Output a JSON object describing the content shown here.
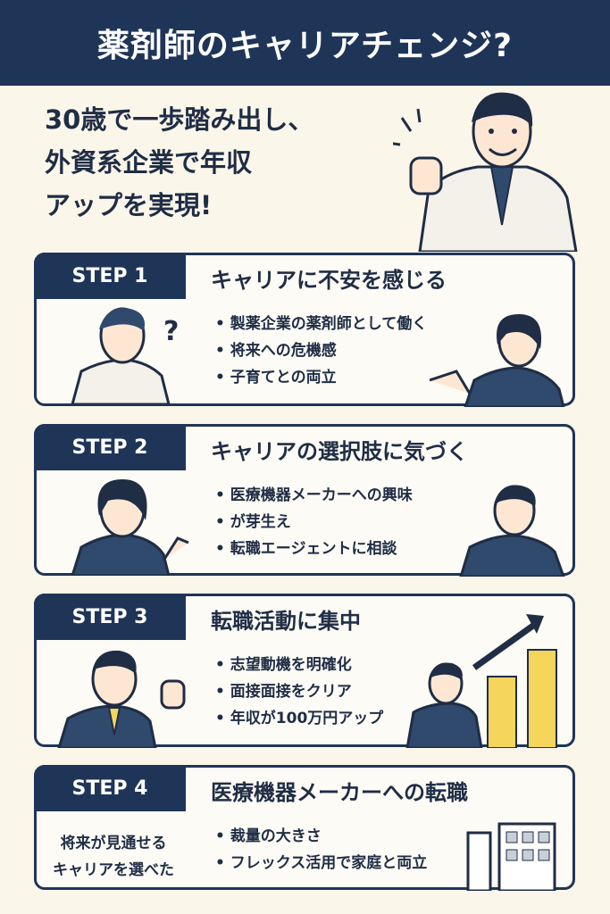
{
  "header": {
    "title": "薬剤師のキャリアチェンジ?"
  },
  "subtitle": {
    "line1": "30歳で一歩踏み出し、",
    "line2": "外資系企業で年収",
    "line3": "アップを実現!"
  },
  "steps": [
    {
      "tag": "STEP 1",
      "title": "キャリアに不安を感じる",
      "items": [
        "製薬企業の薬剤師として働く",
        "将来への危機感",
        "子育てとの両立"
      ]
    },
    {
      "tag": "STEP 2",
      "title": "キャリアの選択肢に気づく",
      "items": [
        "医療機器メーカーへの興味",
        "が芽生え",
        "転職エージェントに相談"
      ]
    },
    {
      "tag": "STEP 3",
      "title": "転職活動に集中",
      "items": [
        "志望動機を明確化",
        "面接面接をクリア",
        "年収が100万円アップ"
      ]
    },
    {
      "tag": "STEP 4",
      "title": "医療機器メーカーへの転職",
      "items": [
        "裁量の大きさ",
        "フレックス活用で家庭と両立"
      ],
      "note1": "将来が見通せる",
      "note2": "キャリアを選べた"
    }
  ],
  "colors": {
    "navy": "#1f3558",
    "cream": "#fbf6ea",
    "yellow": "#f6d55c"
  }
}
